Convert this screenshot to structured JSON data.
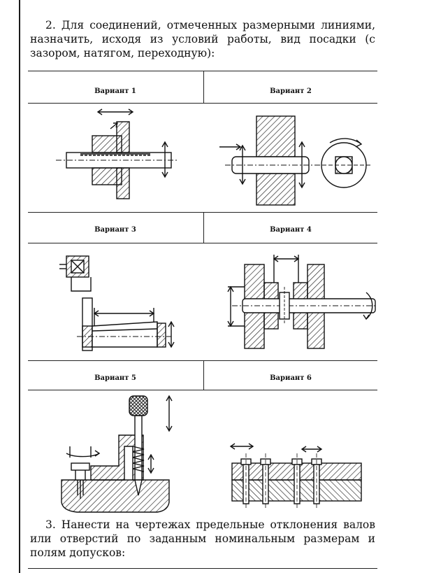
{
  "task2": {
    "text": "2. Для соединений, отмеченных размерными линиями, назначить, исходя из условий работы, вид посадки (с зазором, натягом, переходную):"
  },
  "variants": [
    {
      "label": "Вариант 1"
    },
    {
      "label": "Вариант 2"
    },
    {
      "label": "Вариант 3"
    },
    {
      "label": "Вариант 4"
    },
    {
      "label": "Вариант 5"
    },
    {
      "label": "Вариант 6"
    }
  ],
  "task3": {
    "text": "3. Нанести на чертежах предельные отклонения валов или отверстий по заданным номинальным размерам и полям допусков:"
  }
}
